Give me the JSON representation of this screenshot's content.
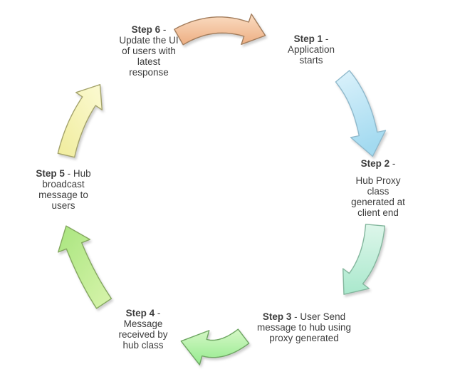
{
  "diagram": {
    "type": "cycle",
    "direction": "clockwise"
  },
  "colors": {
    "background": "#FFFFFF",
    "text": "#3D3D3D"
  },
  "steps": [
    {
      "id": "step-1",
      "bold": "Step 1",
      "rest": " -",
      "lines": [
        "Application",
        "starts"
      ]
    },
    {
      "id": "step-2",
      "bold": "Step 2",
      "rest": " -",
      "lines": [
        "Hub Proxy",
        "class",
        "generated at",
        "client end"
      ]
    },
    {
      "id": "step-3",
      "bold": "Step 3",
      "rest": " - User Send",
      "lines": [
        "message to hub using",
        "proxy generated"
      ]
    },
    {
      "id": "step-4",
      "bold": "Step 4",
      "rest": " -",
      "lines": [
        "Message",
        "received by",
        "hub class"
      ]
    },
    {
      "id": "step-5",
      "bold": "Step 5",
      "rest": " - Hub",
      "lines": [
        "broadcast",
        "message to",
        "users"
      ]
    },
    {
      "id": "step-6",
      "bold": "Step 6",
      "rest": " -",
      "lines": [
        "Update the UI",
        "of users with",
        "latest",
        "response"
      ]
    }
  ],
  "arrows": [
    {
      "name": "arrow-step1-to-step2",
      "from_step": "Step 1",
      "to_step": "Step 2",
      "fill_light": "#DCF2FB",
      "fill_dark": "#A3DAF0",
      "outline": "#8FB9CC"
    },
    {
      "name": "arrow-step2-to-step3",
      "from_step": "Step 2",
      "to_step": "Step 3",
      "fill_light": "#DDF6EA",
      "fill_dark": "#A9E8CC",
      "outline": "#84B79E"
    },
    {
      "name": "arrow-step3-to-step4",
      "from_step": "Step 3",
      "to_step": "Step 4",
      "fill_light": "#D6F7C6",
      "fill_dark": "#94EB8E",
      "outline": "#6FA763"
    },
    {
      "name": "arrow-step4-to-step5",
      "from_step": "Step 4",
      "to_step": "Step 5",
      "fill_light": "#D8F4AC",
      "fill_dark": "#A9E57F",
      "outline": "#84A85F"
    },
    {
      "name": "arrow-step5-to-step6",
      "from_step": "Step 5",
      "to_step": "Step 6",
      "fill_light": "#FBFAD2",
      "fill_dark": "#F0EC9C",
      "outline": "#A4A36B"
    },
    {
      "name": "arrow-step6-to-step1",
      "from_step": "Step 6",
      "to_step": "Step 1",
      "fill_light": "#FADCC2",
      "fill_dark": "#EDAE82",
      "outline": "#A37D5C"
    }
  ]
}
